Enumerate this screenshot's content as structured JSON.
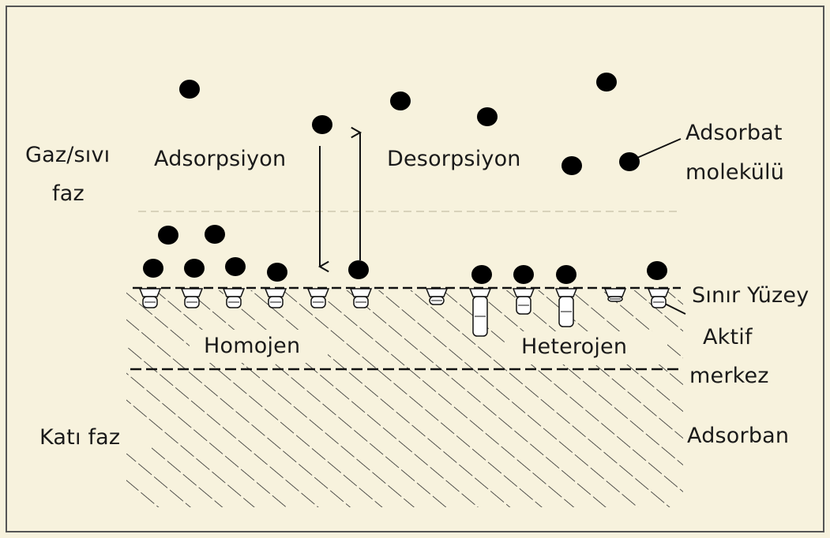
{
  "labels": {
    "gas_phase_line1": "Gaz/sıvı",
    "gas_phase_line2": "faz",
    "adsorption": "Adsorpsiyon",
    "desorption": "Desorpsiyon",
    "adsorbate_line1": "Adsorbat",
    "adsorbate_line2": "molekülü",
    "boundary_surface": "Sınır Yüzey",
    "homogeneous": "Homojen",
    "heterogeneous": "Heterojen",
    "active_center_line1": "Aktif",
    "active_center_line2": "merkez",
    "solid_phase": "Katı faz",
    "adsorbent": "Adsorban"
  },
  "colors": {
    "background": "#f7f2dd",
    "frame": "#555555",
    "molecule": "#000000",
    "hatch": "#2a2a2a",
    "text": "#1a1a1a"
  }
}
